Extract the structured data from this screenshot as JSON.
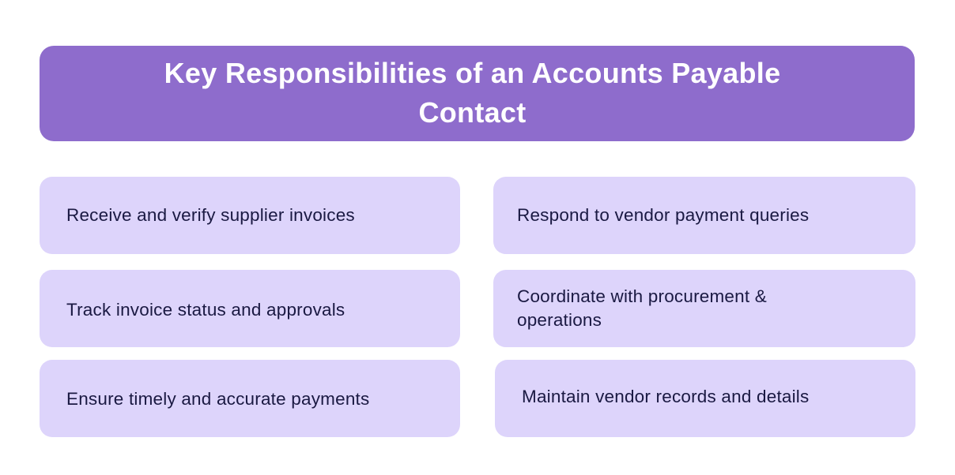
{
  "header": {
    "title_line1": "Key Responsibilities of an Accounts Payable",
    "title_line2": "Contact"
  },
  "cards": [
    {
      "text": "Receive and verify supplier invoices"
    },
    {
      "text": "Respond to vendor payment queries"
    },
    {
      "text": "Track invoice status and approvals"
    },
    {
      "text_line1": "Coordinate with procurement &",
      "text_line2": "operations"
    },
    {
      "text": "Ensure timely and accurate payments"
    },
    {
      "text": "Maintain vendor records and details"
    }
  ],
  "colors": {
    "header_bg": "#8e6ccc",
    "card_bg": "#ddd4fb",
    "card_text": "#1a1942",
    "title_text": "#ffffff"
  }
}
